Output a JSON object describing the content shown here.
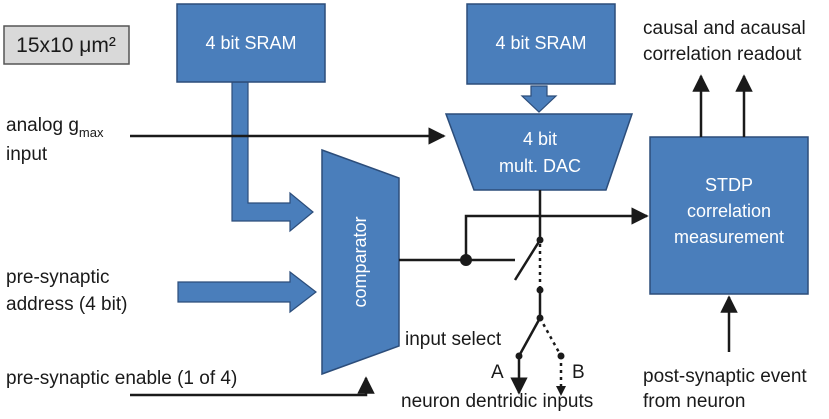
{
  "area_label": "15x10 μm²",
  "blocks": {
    "sram_left": "4 bit SRAM",
    "sram_right": "4 bit SRAM",
    "dac_line1": "4 bit",
    "dac_line2": "mult. DAC",
    "comparator": "comparator",
    "stdp_line1": "STDP",
    "stdp_line2": "correlation",
    "stdp_line3": "measurement"
  },
  "labels": {
    "readout_line1": "causal and acausal",
    "readout_line2": "correlation readout",
    "analog_main": "analog g",
    "analog_sub": "max",
    "analog_line2": "input",
    "presyn_line1": "pre-synaptic",
    "presyn_line2": "address (4 bit)",
    "presyn_enable": "pre-synaptic enable (1 of 4)",
    "input_select": "input select",
    "out_a": "A",
    "out_b": "B",
    "neuron_inputs": "neuron dentridic inputs",
    "postsyn_line1": "post-synaptic event",
    "postsyn_line2": "from neuron"
  },
  "colors": {
    "block_fill": "#4a7ebb",
    "block_stroke": "#2c4d7a",
    "area_fill": "#d9d9d9",
    "line": "#1a1a1a"
  }
}
